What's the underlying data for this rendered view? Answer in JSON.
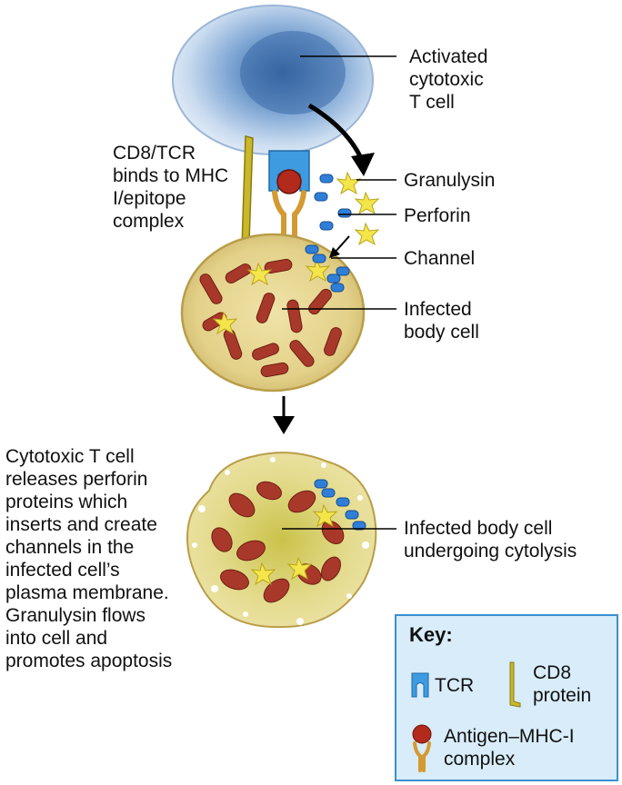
{
  "labels": {
    "t_cell": "Activated\ncytotoxic\nT cell",
    "cd8_tcr": "CD8/TCR\nbinds to MHC\nI/epitope\ncomplex",
    "granulysin": "Granulysin",
    "perforin": "Perforin",
    "channel": "Channel",
    "infected_cell": "Infected\nbody cell",
    "cytolysis_cell": "Infected body cell\nundergoing cytolysis",
    "description": "Cytotoxic T cell\nreleases perforin\nproteins which\ninserts and create\nchannels in the\ninfected cell’s\nplasma membrane.\nGranulysin flows\ninto cell and\npromotes apoptosis"
  },
  "key": {
    "title": "Key:",
    "tcr": "TCR",
    "cd8": "CD8\nprotein",
    "antigen": "Antigen–MHC-I\ncomplex"
  },
  "colors": {
    "t_cell": "#7aa6d6",
    "tcr": "#3f9be0",
    "cd8": "#c9b82a",
    "mhc": "#e0a640",
    "antigen": "#b22a1c",
    "perforin": "#2f7fd8",
    "granulysin": "#f4e64a",
    "infected_cell": "#e6d48a",
    "mitochondria": "#a8392a",
    "key_bg": "#d8ecf9",
    "key_border": "#3b8fd1"
  }
}
